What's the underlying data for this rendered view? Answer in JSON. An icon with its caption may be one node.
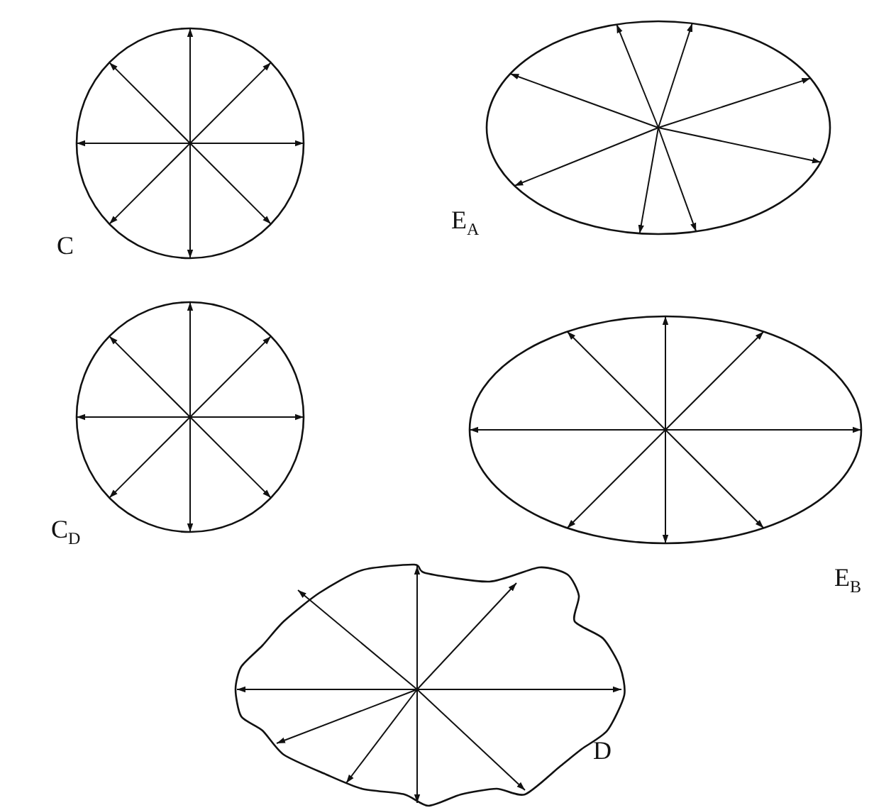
{
  "diagram": {
    "labels": [
      "C",
      "E$_{A}$",
      "C$_{D}$",
      "E$_{B}$",
      "D"
    ]
  }
}
